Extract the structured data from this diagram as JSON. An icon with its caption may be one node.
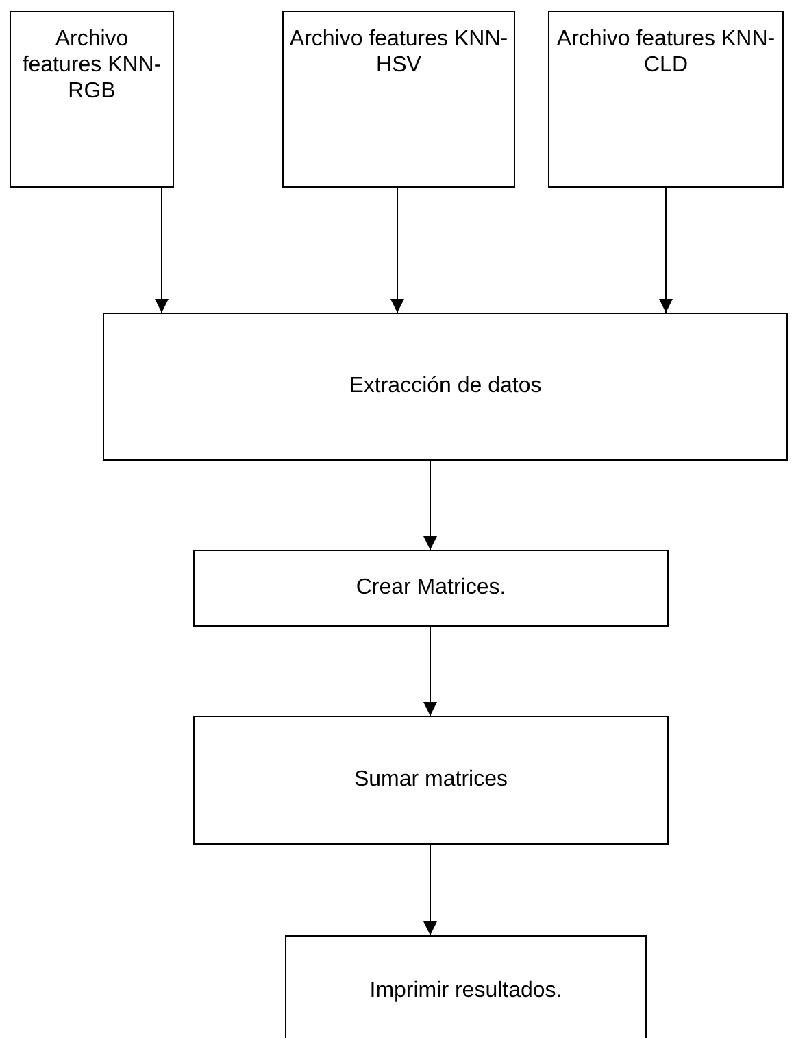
{
  "diagram": {
    "nodes": [
      {
        "text": [
          "Archivo features KNN-RGB"
        ]
      },
      {
        "text": [
          "Archivo features KNN-HSV"
        ]
      },
      {
        "text": [
          "Archivo features KNN-CLD"
        ]
      },
      {
        "text": [
          "Extracción de datos"
        ]
      },
      {
        "text": [
          "Crear Matrices."
        ]
      },
      {
        "text": [
          "Sumar matrices"
        ]
      },
      {
        "text": [
          "Imprimir resultados."
        ]
      }
    ],
    "edges": [
      {
        "from": 0,
        "to": 3,
        "arrow": "to"
      },
      {
        "from": 1,
        "to": 3,
        "arrow": "to"
      },
      {
        "from": 2,
        "to": 3,
        "arrow": "to"
      },
      {
        "from": 3,
        "to": 4,
        "arrow": "to"
      },
      {
        "from": 4,
        "to": 5,
        "arrow": "to"
      },
      {
        "from": 5,
        "to": 6,
        "arrow": "to"
      }
    ]
  }
}
